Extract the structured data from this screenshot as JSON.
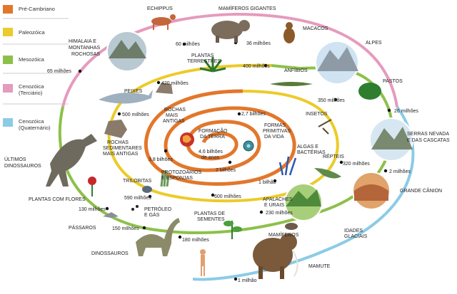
{
  "legend": [
    {
      "label": "Pré-Cambriano",
      "color": "#e2772c"
    },
    {
      "label": "Paleozóica",
      "color": "#eccb2a"
    },
    {
      "label": "Mesozóica",
      "color": "#8dc04a"
    },
    {
      "label": "Cenozóica (Terciário)",
      "line1": "Cenozóica",
      "line2": "(Terciário)",
      "color": "#e59bbd"
    },
    {
      "label": "Cenozóica (Quaternário)",
      "line1": "Cenozóica",
      "line2": "(Quaternário)",
      "color": "#8ccbe6"
    }
  ],
  "center": {
    "title1": "FORMAÇÃO",
    "title2": "DA TERRA",
    "age1": "4,6 bilhões",
    "age2": "de anos"
  },
  "times": {
    "t1": "1 milhão",
    "t2": "2 milhões",
    "t26": "26 milhões",
    "t36": "36 milhões",
    "t60": "60 milhões",
    "t65": "65 milhões",
    "t130": "130 milhões",
    "t150": "150 milhões",
    "t180": "180 milhões",
    "t230": "230 milhões",
    "t320": "320 milhões",
    "t350": "350 milhões",
    "t400": "400 milhões",
    "t420": "420 milhões",
    "t500": "500 milhões",
    "t590": "590 milhões",
    "t600": "600 milhões",
    "t1b": "1 bilhão",
    "t2b": "2 bilhões",
    "t27b": "2,7 bilhões",
    "t38b": "3,8 bilhões"
  },
  "labels": {
    "echippus": "ECHIPPUS",
    "mamiferos_gigantes": "MAMÍFEROS GIGANTES",
    "macacos": "MACACOS",
    "alpes": "ALPES",
    "pastos": "PASTOS",
    "serras1": "SERRAS NEVADA",
    "serras2": "E DAS CASCATAS",
    "grande_canion": "GRANDE CÂNION",
    "idades1": "IDADES",
    "idades2": "GLACIAIS",
    "mamute": "MAMUTE",
    "himalaia1": "HIMALAIA E",
    "himalaia2": "MONTANHAS",
    "himalaia3": "ROCHOSAS",
    "plantas_terr1": "PLANTAS",
    "plantas_terr2": "TERRESTRES",
    "anfibios": "ANFÍBIOS",
    "peixes": "PEIXES",
    "insetos": "INSETOS",
    "rochas_antigas1": "ROCHAS",
    "rochas_antigas2": "MAIS",
    "rochas_antigas3": "ANTIGAS",
    "formas1": "FORMAS",
    "formas2": "PRIMITIVAS",
    "formas3": "DA VIDA",
    "algas1": "ALGAS E",
    "algas2": "BACTÉRIAS",
    "repteis": "RÉPTEIS",
    "ultimos1": "ÚLTIMOS",
    "ultimos2": "DINOSSAUROS",
    "rochas_sed1": "ROCHAS",
    "rochas_sed2": "SEDIMENTARES",
    "rochas_sed3": "MAIS ANTIGAS",
    "trilobitas": "TRILOBITAS",
    "protozoarios1": "PROTOZOÁRIOS",
    "protozoarios2": "E ESPONJAS",
    "apalaches1": "APALACHES",
    "apalaches2": "E URAIS",
    "plantas_flores": "PLANTAS COM FLORES",
    "petroleo1": "PETRÓLEO",
    "petroleo2": "E GÁS",
    "plantas_sem1": "PLANTAS DE",
    "plantas_sem2": "SEMENTES",
    "passaros": "PÁSSAROS",
    "mamiferos": "MAMÍFEROS",
    "dinossauros": "DINOSSAUROS"
  }
}
